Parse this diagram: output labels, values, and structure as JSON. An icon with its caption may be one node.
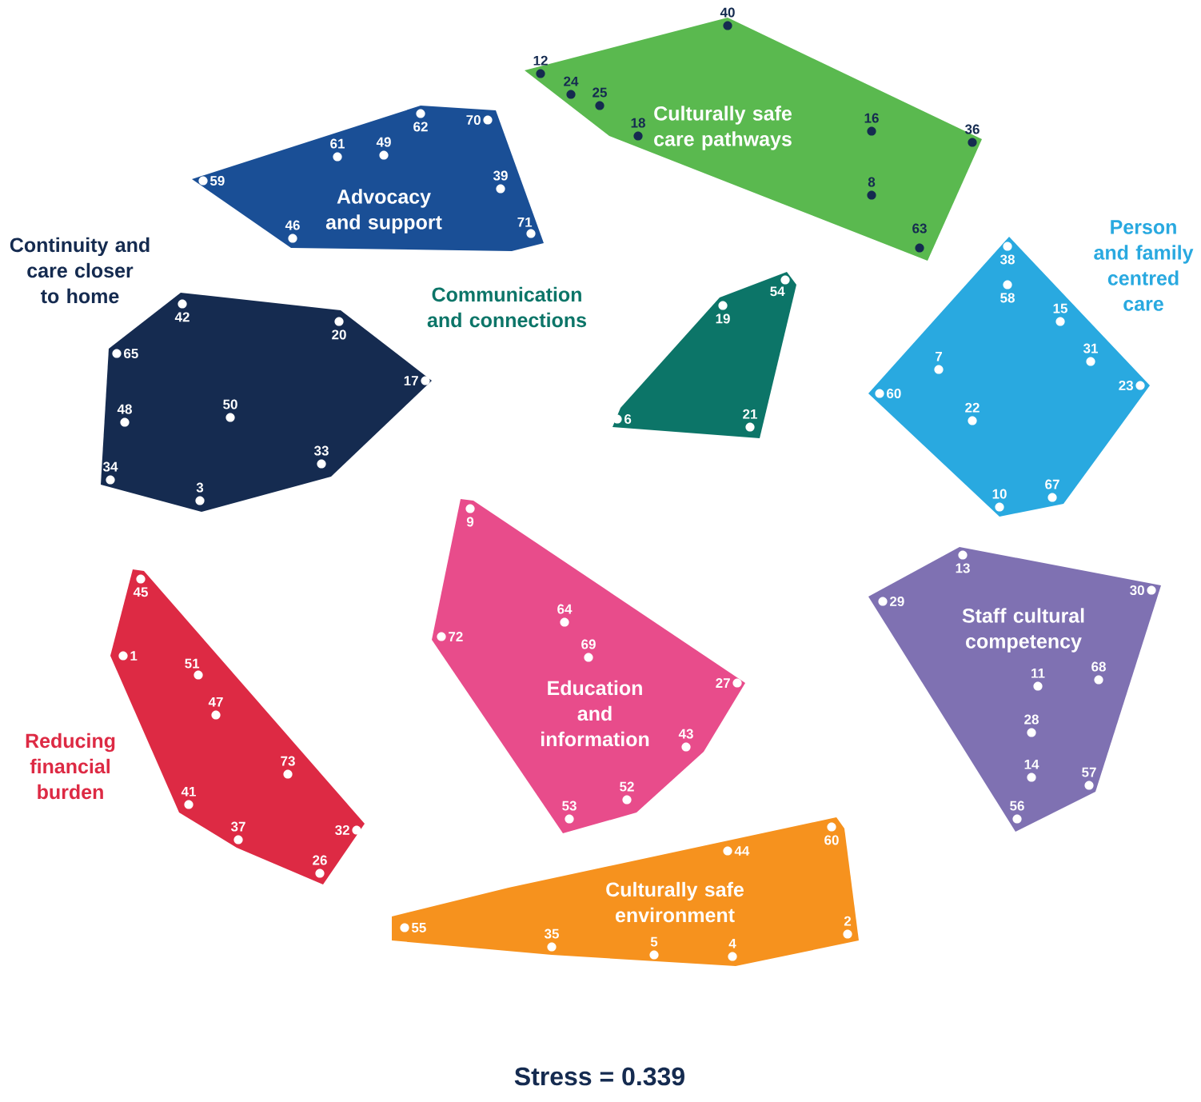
{
  "diagram": {
    "caption": "Stress = 0.339",
    "nodes": [
      {
        "text": [
          "Advocacy and support",
          "59",
          "61",
          "49",
          "62",
          "70",
          "39",
          "46",
          "71"
        ]
      },
      {
        "text": [
          "Culturally safe care pathways",
          "12",
          "24",
          "25",
          "18",
          "40",
          "16",
          "36",
          "8",
          "63"
        ]
      },
      {
        "text": [
          "Continuity and care closer to home",
          "42",
          "20",
          "65",
          "17",
          "48",
          "50",
          "34",
          "33",
          "3"
        ]
      },
      {
        "text": [
          "Communication and connections",
          "19",
          "54",
          "6",
          "21"
        ]
      },
      {
        "text": [
          "Person and family centred care",
          "38",
          "58",
          "15",
          "31",
          "23",
          "7",
          "60",
          "22",
          "10",
          "67"
        ]
      },
      {
        "text": [
          "Education and information",
          "9",
          "64",
          "69",
          "72",
          "27",
          "43",
          "52",
          "53"
        ]
      },
      {
        "text": [
          "Reducing financial burden",
          "45",
          "1",
          "51",
          "47",
          "73",
          "41",
          "37",
          "32",
          "26"
        ]
      },
      {
        "text": [
          "Staff cultural competency",
          "13",
          "29",
          "30",
          "11",
          "68",
          "28",
          "14",
          "57",
          "56"
        ]
      },
      {
        "text": [
          "Culturally safe environment",
          "44",
          "60",
          "2",
          "55",
          "35",
          "5",
          "4"
        ]
      }
    ]
  }
}
